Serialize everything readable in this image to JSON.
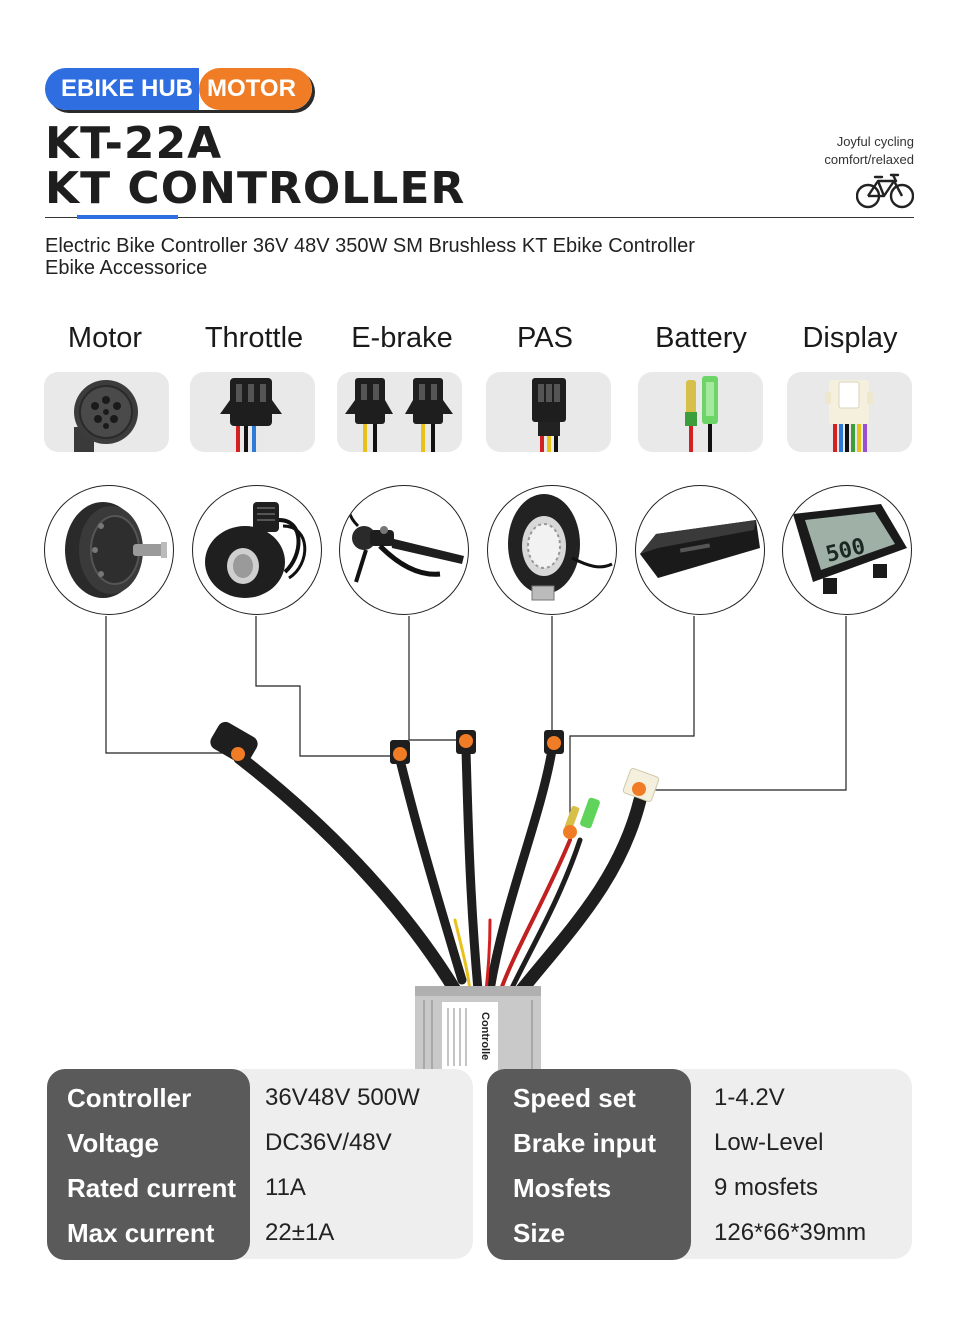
{
  "badge": {
    "left": "EBIKE HUB",
    "right": "MOTOR"
  },
  "title": {
    "line1": "KT-22A",
    "line2": "KT CONTROLLER"
  },
  "tagline": {
    "line1": "Joyful cycling",
    "line2": "comfort/relaxed"
  },
  "subtitle": {
    "line1": "Electric Bike Controller 36V 48V 350W  SM Brushless KT Ebike Controller",
    "line2": "Ebike Accessorice"
  },
  "categories": [
    "Motor",
    "Throttle",
    "E-brake",
    "PAS",
    "Battery",
    "Display"
  ],
  "icons": {
    "bike": "bicycle-icon",
    "connectors": [
      "motor-connector-icon",
      "throttle-connector-icon",
      "ebrake-connector-icon",
      "pas-connector-icon",
      "battery-connector-icon",
      "display-connector-icon"
    ],
    "components": [
      "hub-motor-icon",
      "thumb-throttle-icon",
      "brake-lever-icon",
      "pas-sensor-icon",
      "battery-pack-icon",
      "lcd-display-icon"
    ]
  },
  "lcd": {
    "reading": "500"
  },
  "controller_label": "Controlle",
  "colors": {
    "accent_blue": "#2f6ee0",
    "accent_orange": "#f07c25",
    "spec_dark": "#5a5a5a",
    "spec_light": "#eeeeee"
  },
  "specs_left": {
    "keys": [
      "Controller",
      "Voltage",
      "Rated current",
      "Max current"
    ],
    "values": [
      "36V48V 500W",
      "DC36V/48V",
      "11A",
      "22±1A"
    ]
  },
  "specs_right": {
    "keys": [
      "Speed set",
      "Brake input",
      "Mosfets",
      "Size"
    ],
    "values": [
      "1-4.2V",
      "Low-Level",
      "9 mosfets",
      "126*66*39mm"
    ]
  }
}
